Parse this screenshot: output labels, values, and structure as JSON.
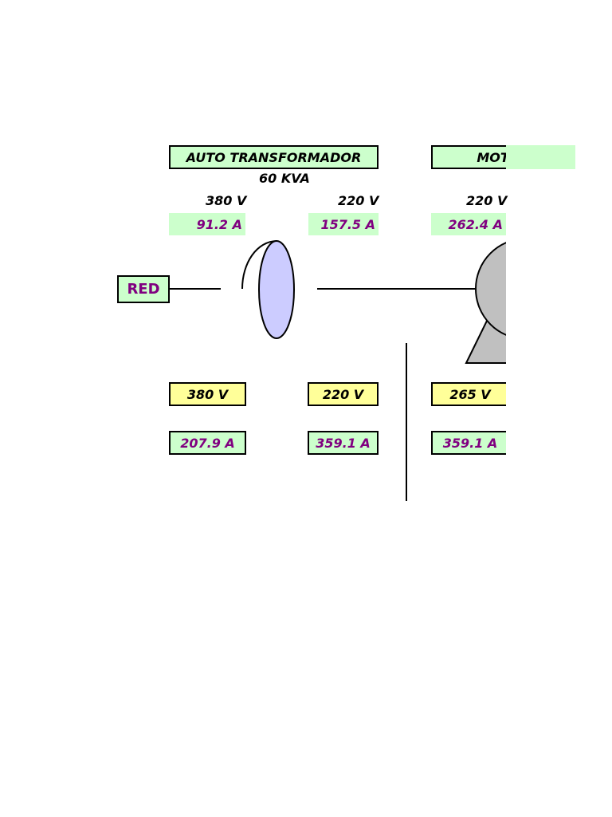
{
  "transformer": {
    "title": "AUTO TRANSFORMADOR",
    "rating": "60 KVA",
    "primary_voltage": "380 V",
    "secondary_voltage": "220 V",
    "primary_current": "91.2 A",
    "secondary_current": "157.5 A"
  },
  "motor": {
    "title": "MOTOR",
    "voltage": "220 V",
    "current": "262.4 A"
  },
  "grid": {
    "label": "RED"
  },
  "readings": {
    "voltage_1": "380 V",
    "voltage_2": "220 V",
    "voltage_3": "265 V",
    "current_1": "207.9 A",
    "current_2": "359.1 A",
    "current_3": "359.1 A"
  },
  "colors": {
    "panel_green": "#ccffcc",
    "panel_yellow": "#ffff99",
    "value_purple": "#800080",
    "coil_fill": "#ccccff",
    "motor_fill": "#c0c0c0"
  }
}
